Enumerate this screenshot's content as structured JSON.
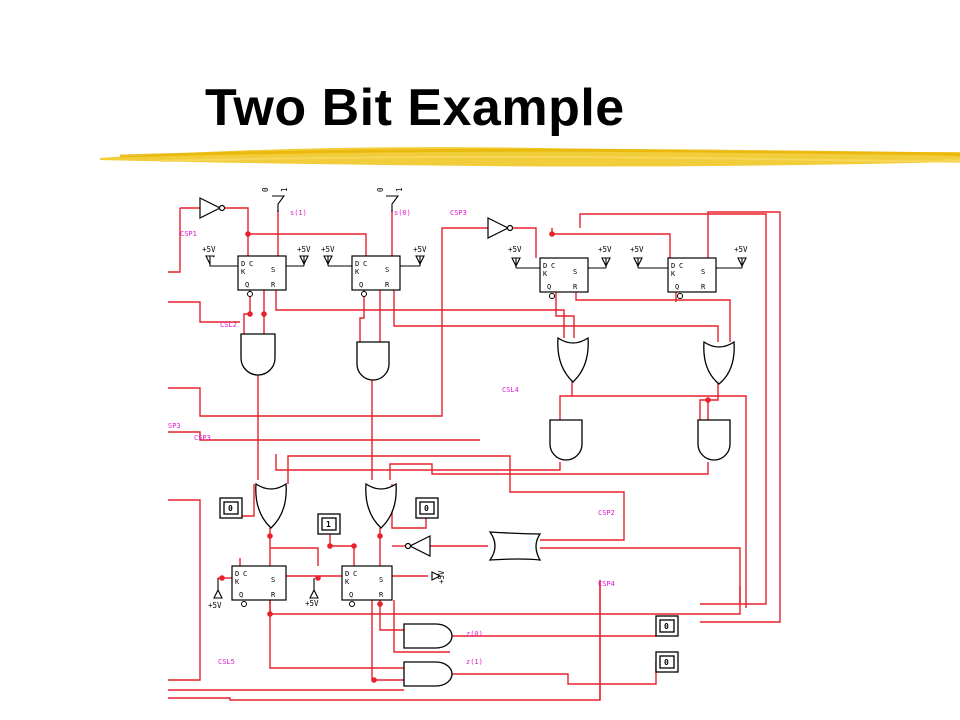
{
  "slide": {
    "title": "Two Bit Example"
  },
  "circuit": {
    "signals": {
      "csp1": "CSP1",
      "csl2": "CSL2",
      "csp3_top": "CSP3",
      "csl4": "CSL4",
      "sp3": "SP3",
      "csp3": "CSP3",
      "csp2": "CSP2",
      "csp4": "CSP4",
      "csl5": "CSL5"
    },
    "switch_labels": {
      "s1": "s(1)",
      "s0": "s(0)",
      "z0": "z(0)",
      "z1": "z(1)"
    },
    "switch_positions": {
      "zero": "0",
      "one": "1"
    },
    "power_label": "+5V",
    "flipflop_pins": {
      "d": "D",
      "c": "C",
      "k": "K",
      "s": "S",
      "q": "Q",
      "r": "R"
    },
    "source_boxes": [
      "0",
      "1",
      "0"
    ],
    "output_boxes": [
      "0",
      "0"
    ]
  },
  "colors": {
    "wire": "#e8212b",
    "junction": "#e8212b",
    "label": "#e01bd0",
    "brush": "#f0c419"
  }
}
